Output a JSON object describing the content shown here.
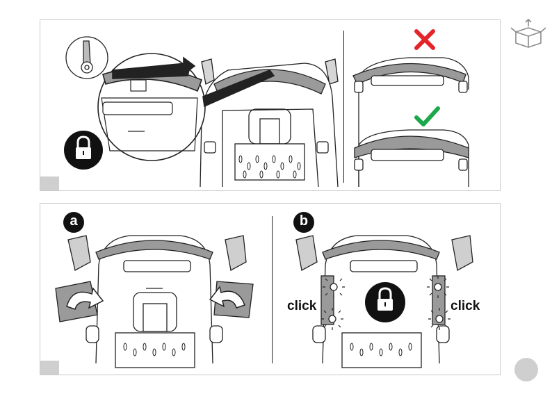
{
  "icons": {
    "box_icon": "open-box-icon",
    "lock_icon": "padlock-icon",
    "wrong_icon": "red-cross-icon",
    "right_icon": "green-check-icon"
  },
  "colors": {
    "wrong": "#e3242b",
    "right": "#1aa84a",
    "lock_bg": "#111111",
    "panel_tab": "#cfcfcf"
  },
  "bottom": {
    "step_a": "a",
    "step_b": "b",
    "click_left": "click",
    "click_right": "click"
  }
}
